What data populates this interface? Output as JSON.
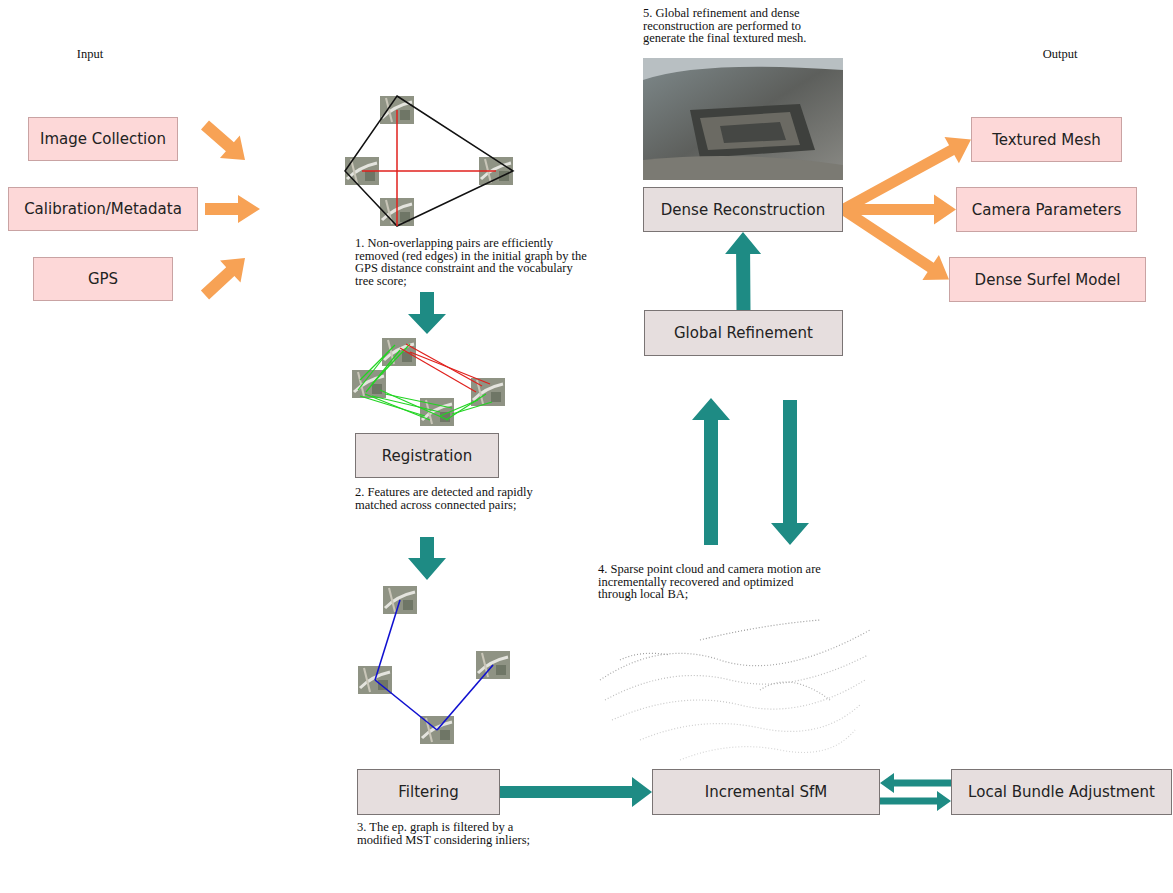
{
  "diagram": {
    "nodes": [
      {
        "text": [
          "Image Collection"
        ]
      },
      {
        "text": [
          "Calibration/Metadata"
        ]
      },
      {
        "text": [
          "GPS"
        ]
      },
      {
        "text": [
          "Registration"
        ]
      },
      {
        "text": [
          "Filtering"
        ]
      },
      {
        "text": [
          "Incremental SfM"
        ]
      },
      {
        "text": [
          "Local Bundle Adjustment"
        ]
      },
      {
        "text": [
          "Global Refinement"
        ]
      },
      {
        "text": [
          "Dense Reconstruction"
        ]
      },
      {
        "text": [
          "Textured Mesh"
        ]
      },
      {
        "text": [
          "Camera Parameters"
        ]
      },
      {
        "text": [
          "Dense Surfel Model"
        ]
      }
    ],
    "edges": [
      {
        "from": 4,
        "to": 5,
        "arrow": "to"
      },
      {
        "from": 5,
        "to": 6,
        "arrow": "to"
      },
      {
        "from": 6,
        "to": 5,
        "arrow": "to"
      },
      {
        "from": 7,
        "to": 8,
        "arrow": "to"
      },
      {
        "from": 8,
        "to": 9,
        "arrow": "to"
      },
      {
        "from": 8,
        "to": 10,
        "arrow": "to"
      },
      {
        "from": 8,
        "to": 11,
        "arrow": "to"
      }
    ],
    "labels": [
      "Input",
      "Output",
      "1. Non-overlapping pairs are efficiently removed (red edges) in the initial graph by the GPS distance constraint and the vocabulary tree score;",
      "2. Features are detected and rapidly matched across connected pairs;",
      "3. The ep. graph is filtered by a modified MST considering inliers;",
      "4. Sparse point cloud and camera motion are incrementally recovered and optimized through local BA;",
      "5. Global refinement and dense reconstruction are performed to generate the final textured mesh."
    ]
  }
}
